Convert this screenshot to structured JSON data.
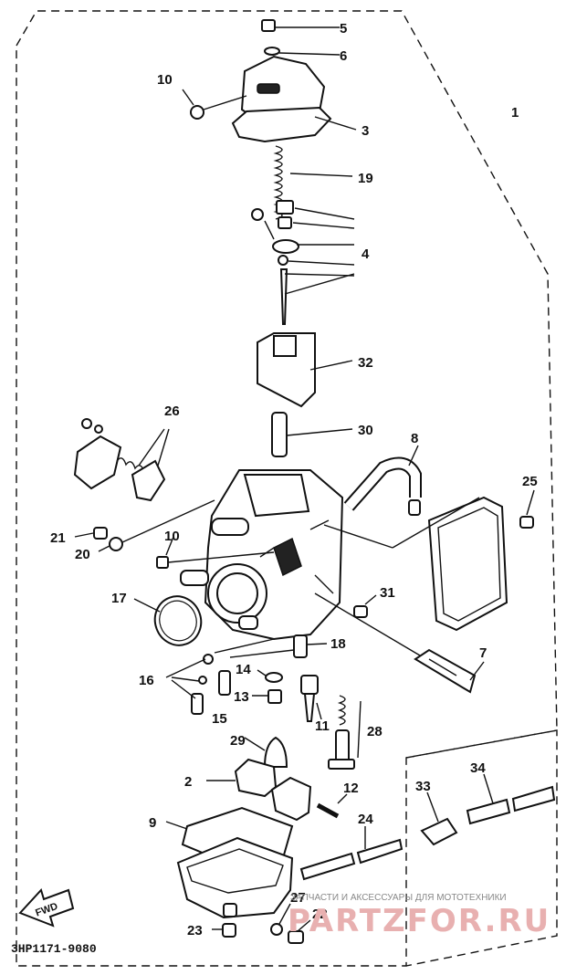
{
  "diagram_code": "3HP1171-9080",
  "fwd_label": "FWD",
  "watermark": {
    "tagline": "ЗАПЧАСТИ И АКСЕССУАРЫ ДЛЯ МОТОТЕХНИКИ",
    "logo": "PARTZFOR.RU"
  },
  "callouts": {
    "p1": "1",
    "p2": "2",
    "p3": "3",
    "p4": "4",
    "p5": "5",
    "p6": "6",
    "p7": "7",
    "p8": "8",
    "p9": "9",
    "p10a": "10",
    "p10b": "10",
    "p11": "11",
    "p12": "12",
    "p13": "13",
    "p14": "14",
    "p15": "15",
    "p16": "16",
    "p17": "17",
    "p18": "18",
    "p19": "19",
    "p20": "20",
    "p21": "21",
    "p22": "22",
    "p23": "23",
    "p24": "24",
    "p25": "25",
    "p26": "26",
    "p27": "27",
    "p28": "28",
    "p29": "29",
    "p30": "30",
    "p31": "31",
    "p32": "32",
    "p33": "33",
    "p34": "34"
  }
}
